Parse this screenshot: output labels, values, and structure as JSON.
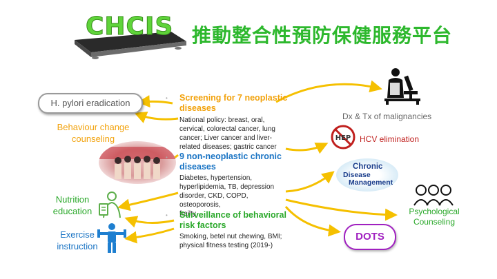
{
  "header": {
    "brand": "CHCIS",
    "title_zh": "推動整合性預防保健服務平台"
  },
  "left": {
    "hpylori": "H. pylori eradication",
    "behaviour": [
      "Behaviour change",
      "counseling"
    ],
    "nutrition": [
      "Nutrition",
      "education"
    ],
    "exercise": [
      "Exercise",
      "instruction"
    ]
  },
  "center": {
    "screening": {
      "heading": [
        "Screening for 7 neoplastic",
        "diseases"
      ],
      "body": [
        "National policy: breast, oral,",
        "cervical, colorectal cancer, lung",
        "cancer; Liver cancer and liver-",
        "related diseases; gastric cancer"
      ]
    },
    "nonneoplastic": {
      "heading": [
        "9 non-neoplastic chronic",
        "diseases"
      ],
      "body": [
        "Diabetes, hypertension,",
        "hyperlipidemia, TB, depression",
        "disorder, CKD, COPD, osteoporosis,",
        "frailty"
      ]
    },
    "surveillance": {
      "heading": [
        "Surveillance of behavioral",
        "risk factors"
      ],
      "body": [
        "Smoking, betel nut chewing, BMI;",
        "physical fitness testing (2019-)"
      ]
    }
  },
  "right": {
    "dx": "Dx & Tx of malignancies",
    "hcv": "HCV elimination",
    "hep_sign": "HEP",
    "chronic": [
      "Chronic",
      "Disease",
      "Management"
    ],
    "psych": [
      "Psychological",
      "Counseling"
    ],
    "dots": "DOTS"
  },
  "colors": {
    "arrow": "#f5c000",
    "orange": "#f2a20c",
    "blue": "#1a74c4",
    "green": "#2aa82a",
    "purple": "#a020c0",
    "red": "#c0201e"
  },
  "icons": [
    "platform-image",
    "scientist-microscope-icon",
    "no-hepatitis-icon",
    "people-photo",
    "nutritionist-icon",
    "exercise-person-icon",
    "psychology-people-icon"
  ]
}
